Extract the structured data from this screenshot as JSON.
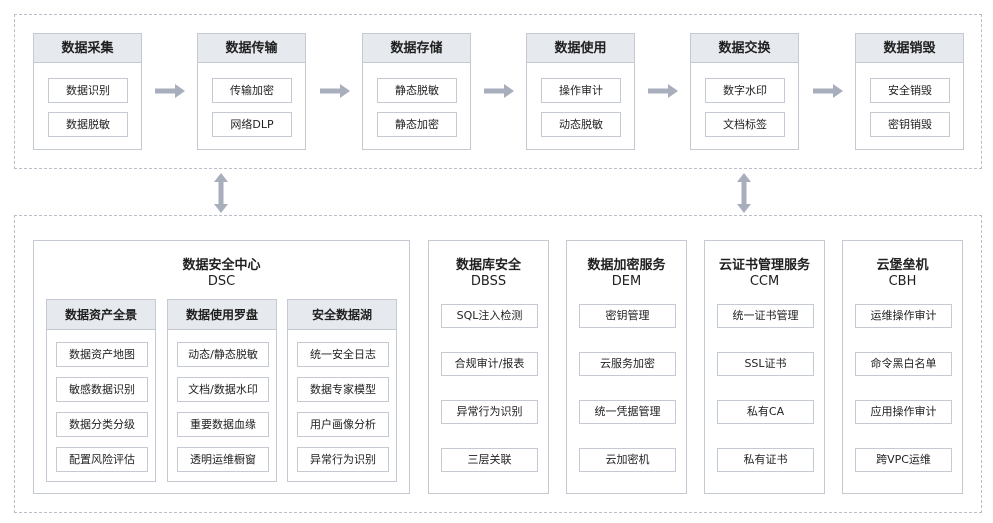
{
  "pipeline": [
    {
      "title": "数据采集",
      "items": [
        "数据识别",
        "数据脱敏"
      ]
    },
    {
      "title": "数据传输",
      "items": [
        "传输加密",
        "网络DLP"
      ]
    },
    {
      "title": "数据存储",
      "items": [
        "静态脱敏",
        "静态加密"
      ]
    },
    {
      "title": "数据使用",
      "items": [
        "操作审计",
        "动态脱敏"
      ]
    },
    {
      "title": "数据交换",
      "items": [
        "数字水印",
        "文档标签"
      ]
    },
    {
      "title": "数据销毁",
      "items": [
        "安全销毁",
        "密钥销毁"
      ]
    }
  ],
  "dsc": {
    "title": "数据安全中心",
    "abbr": "DSC",
    "modules": [
      {
        "title": "数据资产全景",
        "items": [
          "数据资产地图",
          "敏感数据识别",
          "数据分类分级",
          "配置风险评估"
        ]
      },
      {
        "title": "数据使用罗盘",
        "items": [
          "动态/静态脱敏",
          "文档/数据水印",
          "重要数据血缘",
          "透明运维橱窗"
        ]
      },
      {
        "title": "安全数据湖",
        "items": [
          "统一安全日志",
          "数据专家模型",
          "用户画像分析",
          "异常行为识别"
        ]
      }
    ]
  },
  "services": [
    {
      "title": "数据库安全",
      "abbr": "DBSS",
      "items": [
        "SQL注入检测",
        "合规审计/报表",
        "异常行为识别",
        "三层关联"
      ]
    },
    {
      "title": "数据加密服务",
      "abbr": "DEM",
      "items": [
        "密钥管理",
        "云服务加密",
        "统一凭据管理",
        "云加密机"
      ]
    },
    {
      "title": "云证书管理服务",
      "abbr": "CCM",
      "items": [
        "统一证书管理",
        "SSL证书",
        "私有CA",
        "私有证书"
      ]
    },
    {
      "title": "云堡垒机",
      "abbr": "CBH",
      "items": [
        "运维操作审计",
        "命令黑白名单",
        "应用操作审计",
        "跨VPC运维"
      ]
    }
  ]
}
